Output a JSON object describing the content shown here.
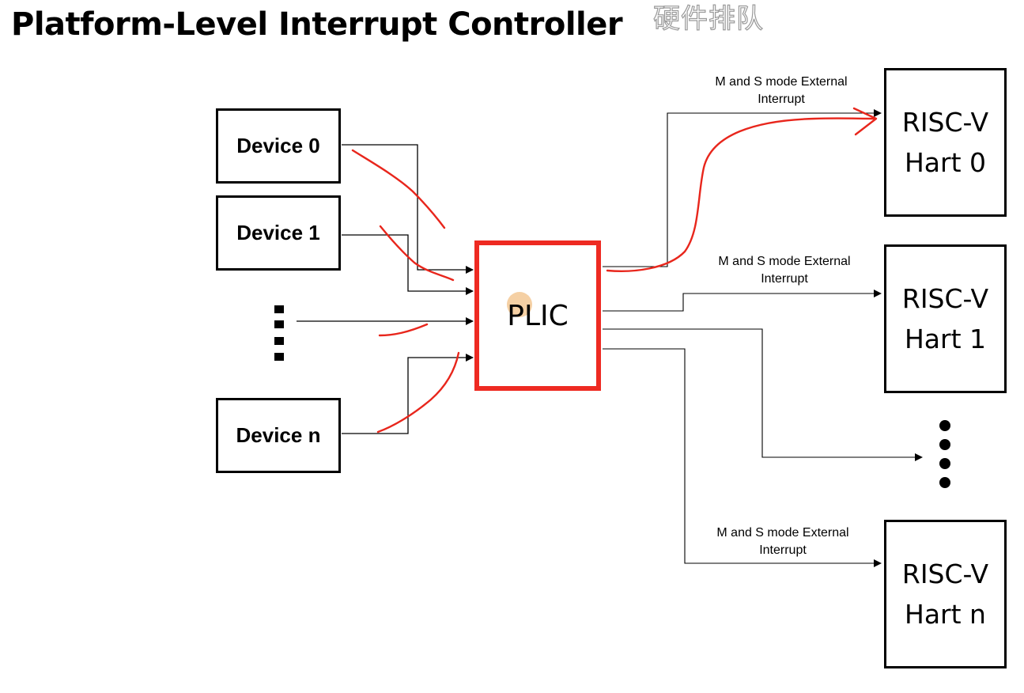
{
  "title": "Platform-Level Interrupt Controller",
  "watermark": "硬件排队",
  "devices": [
    {
      "label": "Device 0"
    },
    {
      "label": "Device 1"
    },
    {
      "label": "Device n"
    }
  ],
  "plic": {
    "label": "PLIC"
  },
  "harts": [
    {
      "line1": "RISC-V",
      "line2": "Hart 0"
    },
    {
      "line1": "RISC-V",
      "line2": "Hart 1"
    },
    {
      "line1": "RISC-V",
      "line2": "Hart n"
    }
  ],
  "interrupt_labels": [
    {
      "line1": "M and S mode External",
      "line2": "Interrupt"
    },
    {
      "line1": "M and S mode External",
      "line2": "Interrupt"
    },
    {
      "line1": "M and S mode External",
      "line2": "Interrupt"
    }
  ],
  "colors": {
    "plic_border": "#ee2a22",
    "annotation": "#e8261c",
    "line": "#000000"
  }
}
